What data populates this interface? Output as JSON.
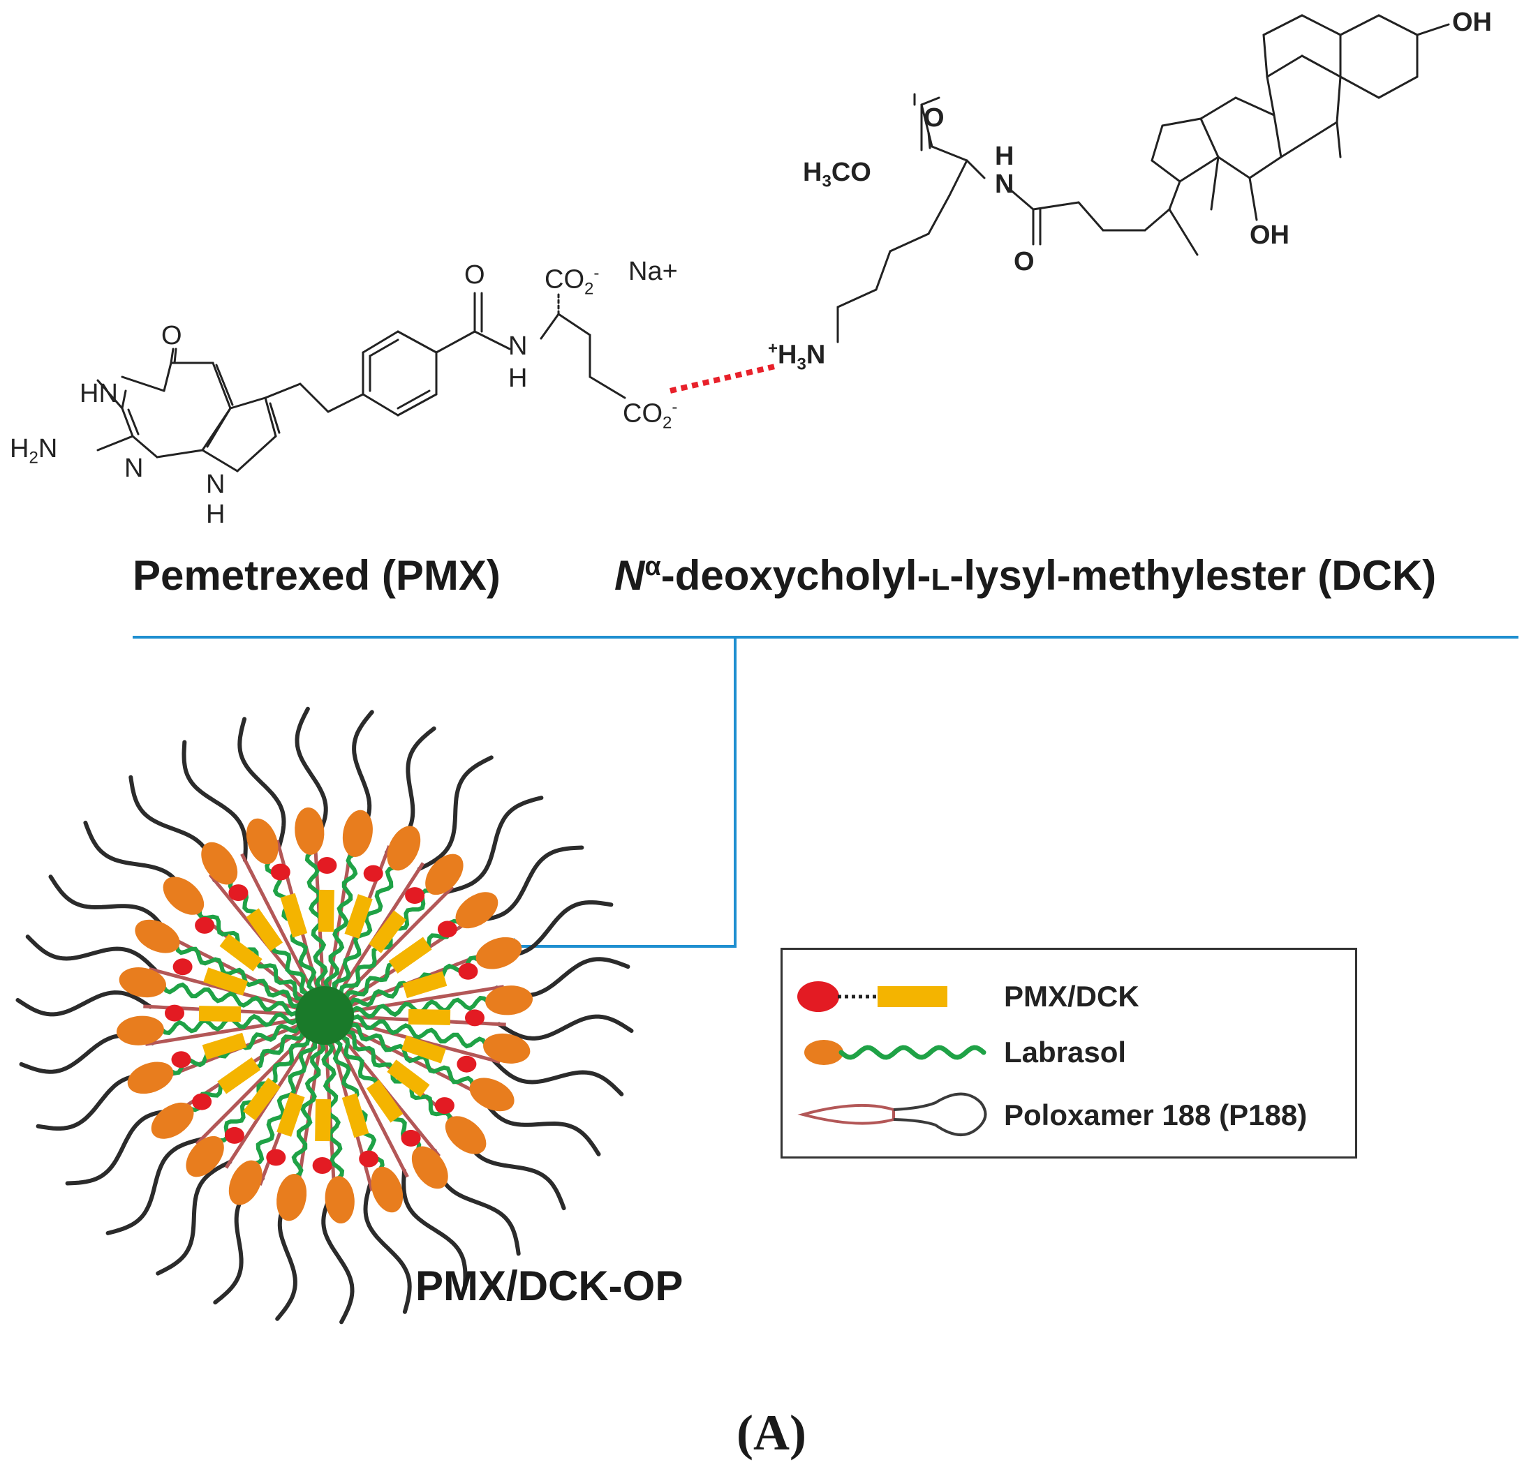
{
  "molecules": {
    "pmx": {
      "name": "Pemetrexed (PMX)",
      "atoms": {
        "O_top": "O",
        "HN": "HN",
        "H2N_main": "H",
        "H2N_sub": "2",
        "H2N_tail": "N",
        "N_ring": "N",
        "NH_pyrrole_N": "N",
        "NH_pyrrole_H": "H",
        "O_amide": "O",
        "N_amide": "N",
        "H_amide": "H",
        "CO2_top_main": "CO",
        "CO2_top_sub": "2",
        "CO2_top_sup": "-",
        "Na": "Na+",
        "CO2_bot_main": "CO",
        "CO2_bot_sub": "2",
        "CO2_bot_sup": "-"
      }
    },
    "dck": {
      "name_italic": "N",
      "name_sup": "α",
      "name_rest": "-deoxycholyl-",
      "name_small": "L",
      "name_end": "-lysyl-methylester (DCK)",
      "atoms": {
        "OH_top": "OH",
        "O_ester": "O",
        "H3CO_a": "H",
        "H3CO_sub": "3",
        "H3CO_b": "CO",
        "H_nh": "H",
        "N_nh": "N",
        "O_amide": "O",
        "OH_bottom": "OH",
        "H3N_sup": "+",
        "H3N_a": "H",
        "H3N_sub": "3",
        "H3N_b": "N"
      }
    }
  },
  "micelle": {
    "label": "PMX/DCK-OP"
  },
  "legend": {
    "items": [
      {
        "label": "PMX/DCK"
      },
      {
        "label": "Labrasol"
      },
      {
        "label": "Poloxamer 188 (P188)"
      }
    ]
  },
  "panel_label": "(A)",
  "colors": {
    "connector": "#1f8fd0",
    "ionic_bond": "#e8202a",
    "pmx_head": "#e31b23",
    "dck_tail": "#f4b400",
    "labrasol_head": "#e87d1e",
    "labrasol_tail": "#1fa246",
    "p188_inner": "#b35757",
    "p188_outer": "#2b2b2b",
    "core": "#1a7a2a"
  }
}
